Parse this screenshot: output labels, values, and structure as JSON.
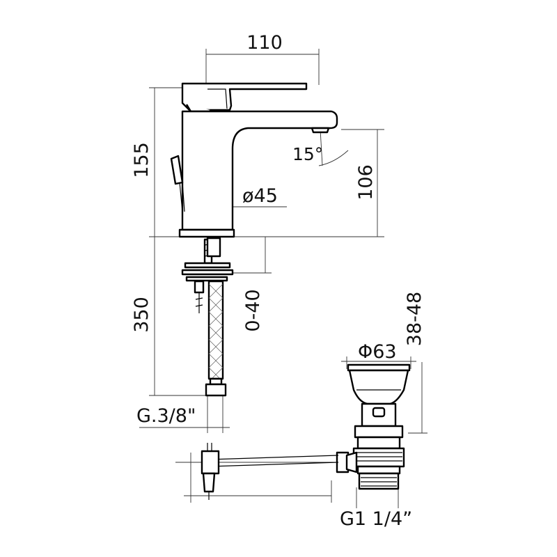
{
  "dimensions": {
    "spout_reach": "110",
    "total_height": "155",
    "spout_height": "106",
    "spout_angle": "15°",
    "body_diameter": "ø45",
    "hose_length": "350",
    "worktop_thickness": "0-40",
    "hose_thread": "G.3/8\"",
    "drain_diameter": "Φ63",
    "drain_height": "38-48",
    "drain_thread": "G1 1/4”"
  },
  "colors": {
    "line": "#000000",
    "background": "#ffffff"
  }
}
